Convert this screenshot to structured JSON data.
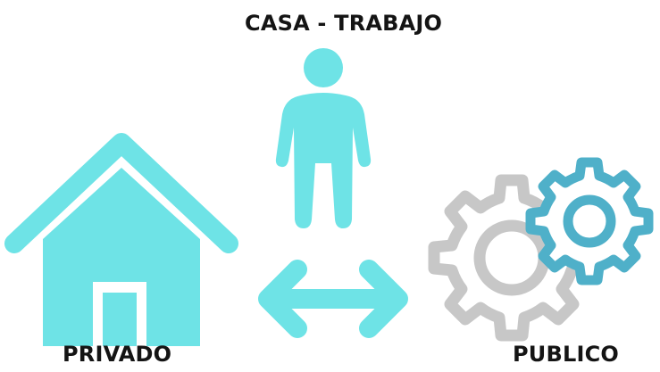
{
  "title": "CASA - TRABAJO",
  "left_label": "PRIVADO",
  "right_label": "PUBLICO",
  "colors": {
    "accent": "#6ee3e6",
    "gear_gray": "#c7c7c7",
    "gear_blue": "#4fb0c9",
    "text": "#141414"
  },
  "icons": [
    "person-icon",
    "house-icon",
    "double-arrow-icon",
    "gears-icon"
  ]
}
